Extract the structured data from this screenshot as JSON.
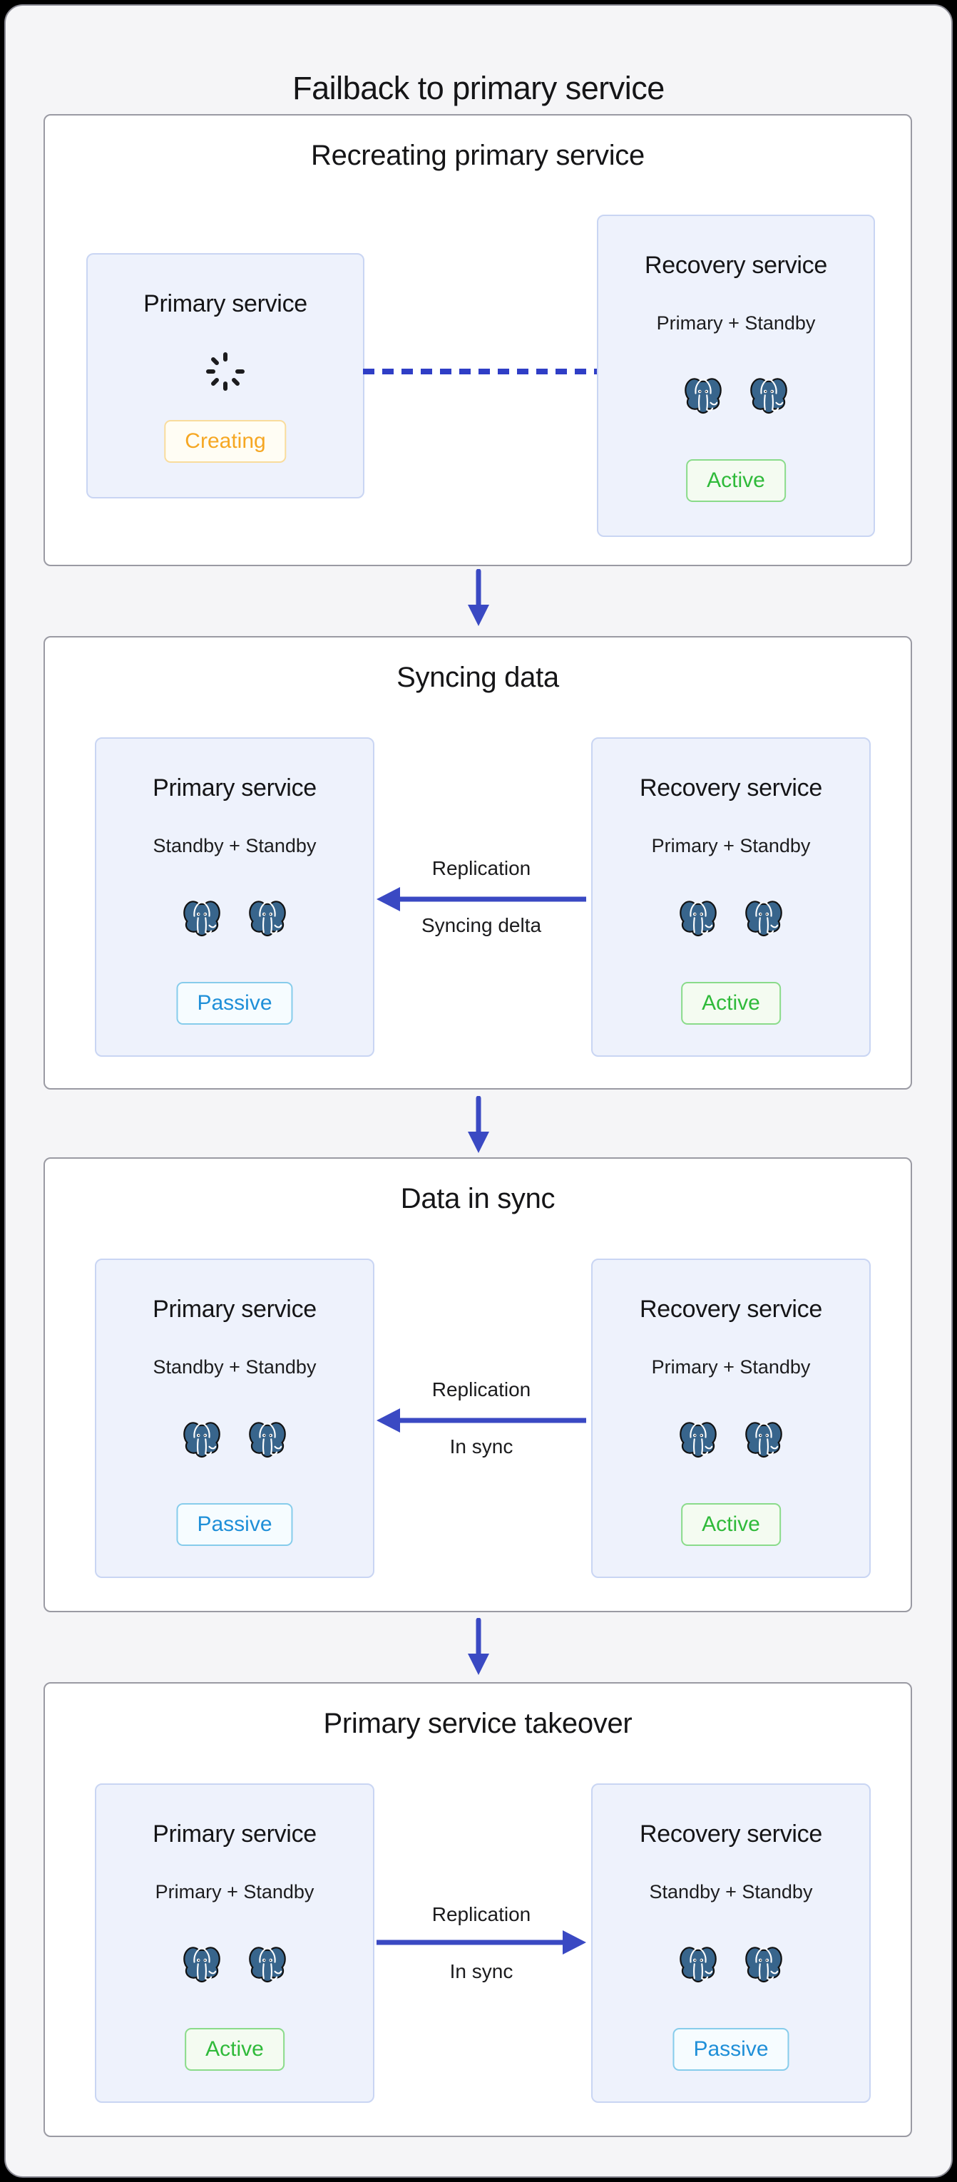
{
  "title": "Failback to primary service",
  "sections": [
    {
      "title": "Recreating primary service",
      "left": {
        "title": "Primary service",
        "status": "Creating",
        "status_kind": "creating",
        "icon": "loading-spinner-icon"
      },
      "right": {
        "title": "Recovery service",
        "subtitle": "Primary + Standby",
        "status": "Active",
        "status_kind": "active",
        "instance_count": 2
      },
      "connector": {
        "type": "dashed-line"
      }
    },
    {
      "title": "Syncing data",
      "left": {
        "title": "Primary service",
        "subtitle": "Standby + Standby",
        "status": "Passive",
        "status_kind": "passive",
        "instance_count": 2
      },
      "right": {
        "title": "Recovery service",
        "subtitle": "Primary + Standby",
        "status": "Active",
        "status_kind": "active",
        "instance_count": 2
      },
      "connector": {
        "type": "arrow-left",
        "label_top": "Replication",
        "label_bottom": "Syncing delta"
      }
    },
    {
      "title": "Data in sync",
      "left": {
        "title": "Primary service",
        "subtitle": "Standby + Standby",
        "status": "Passive",
        "status_kind": "passive",
        "instance_count": 2
      },
      "right": {
        "title": "Recovery service",
        "subtitle": "Primary + Standby",
        "status": "Active",
        "status_kind": "active",
        "instance_count": 2
      },
      "connector": {
        "type": "arrow-left",
        "label_top": "Replication",
        "label_bottom": "In sync"
      }
    },
    {
      "title": "Primary service takeover",
      "left": {
        "title": "Primary service",
        "subtitle": "Primary + Standby",
        "status": "Active",
        "status_kind": "active",
        "instance_count": 2
      },
      "right": {
        "title": "Recovery service",
        "subtitle": "Standby + Standby",
        "status": "Passive",
        "status_kind": "passive",
        "instance_count": 2
      },
      "connector": {
        "type": "arrow-right",
        "label_top": "Replication",
        "label_bottom": "In sync"
      }
    }
  ],
  "icons": {
    "postgres": "postgresql-elephant-icon",
    "spinner": "loading-spinner-icon",
    "down_arrow": "flow-down-arrow",
    "arrow_left": "replication-arrow-left",
    "arrow_right": "replication-arrow-right",
    "dashed_line": "pending-connection-dashed-line"
  },
  "colors": {
    "canvas-bg": "#f5f5f7",
    "canvas-border": "#8a8a94",
    "panel-bg": "#ffffff",
    "panel-border": "#9a9aa3",
    "box-bg": "#eef2fc",
    "box-border": "#c9d5f3",
    "text": "#151517",
    "arrow": "#3a49c3",
    "dash": "#2f3ec6",
    "creating-text": "#f6a723",
    "creating-border": "#f9dc9c",
    "creating-bg": "#fffdf4",
    "active-text": "#2fba3a",
    "active-border": "#8adb8a",
    "active-bg": "#f4fbf1",
    "passive-text": "#1f8fd8",
    "passive-border": "#86cceb",
    "passive-bg": "#f6fcff",
    "elephant-body": "#38658c"
  }
}
